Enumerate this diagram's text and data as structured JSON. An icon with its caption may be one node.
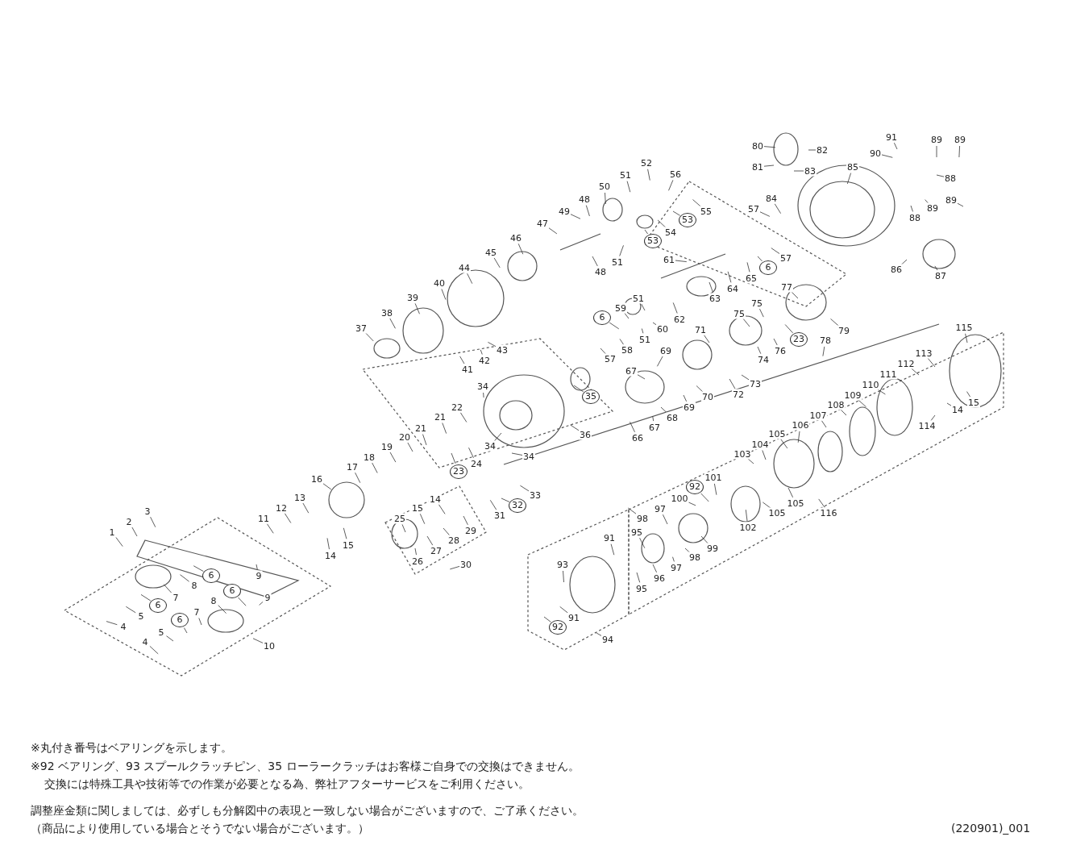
{
  "diagram": {
    "nodes": [
      {
        "text": [
          "80"
        ]
      },
      {
        "text": [
          "82"
        ]
      },
      {
        "text": [
          "81"
        ]
      },
      {
        "text": [
          "83"
        ]
      },
      {
        "text": [
          "91"
        ]
      },
      {
        "text": [
          "90"
        ]
      },
      {
        "text": [
          "89"
        ]
      },
      {
        "text": [
          "89"
        ]
      },
      {
        "text": [
          "85"
        ]
      },
      {
        "text": [
          "88"
        ]
      },
      {
        "text": [
          "89"
        ]
      },
      {
        "text": [
          "88"
        ]
      },
      {
        "text": [
          "89"
        ]
      },
      {
        "text": [
          "84"
        ]
      },
      {
        "text": [
          "57"
        ]
      },
      {
        "text": [
          "57"
        ]
      },
      {
        "text": [
          "86"
        ]
      },
      {
        "text": [
          "87"
        ]
      },
      {
        "text": [
          "56"
        ]
      },
      {
        "text": [
          "52"
        ]
      },
      {
        "text": [
          "51"
        ]
      },
      {
        "text": [
          "50"
        ]
      },
      {
        "text": [
          "55"
        ]
      },
      {
        "text": [
          "53"
        ]
      },
      {
        "text": [
          "54"
        ]
      },
      {
        "text": [
          "53"
        ]
      },
      {
        "text": [
          "48"
        ]
      },
      {
        "text": [
          "49"
        ]
      },
      {
        "text": [
          "47"
        ]
      },
      {
        "text": [
          "51"
        ]
      },
      {
        "text": [
          "48"
        ]
      },
      {
        "text": [
          "46"
        ]
      },
      {
        "text": [
          "45"
        ]
      },
      {
        "text": [
          "44"
        ]
      },
      {
        "text": [
          "40"
        ]
      },
      {
        "text": [
          "39"
        ]
      },
      {
        "text": [
          "38"
        ]
      },
      {
        "text": [
          "37"
        ]
      },
      {
        "text": [
          "43"
        ]
      },
      {
        "text": [
          "42"
        ]
      },
      {
        "text": [
          "41"
        ]
      },
      {
        "text": [
          "61"
        ]
      },
      {
        "text": [
          "64"
        ]
      },
      {
        "text": [
          "65"
        ]
      },
      {
        "text": [
          "6"
        ]
      },
      {
        "text": [
          "63"
        ]
      },
      {
        "text": [
          "62"
        ]
      },
      {
        "text": [
          "51"
        ]
      },
      {
        "text": [
          "59"
        ]
      },
      {
        "text": [
          "60"
        ]
      },
      {
        "text": [
          "6"
        ]
      },
      {
        "text": [
          "58"
        ]
      },
      {
        "text": [
          "51"
        ]
      },
      {
        "text": [
          "57"
        ]
      },
      {
        "text": [
          "77"
        ]
      },
      {
        "text": [
          "79"
        ]
      },
      {
        "text": [
          "78"
        ]
      },
      {
        "text": [
          "23"
        ]
      },
      {
        "text": [
          "76"
        ]
      },
      {
        "text": [
          "75"
        ]
      },
      {
        "text": [
          "75"
        ]
      },
      {
        "text": [
          "74"
        ]
      },
      {
        "text": [
          "71"
        ]
      },
      {
        "text": [
          "73"
        ]
      },
      {
        "text": [
          "72"
        ]
      },
      {
        "text": [
          "69"
        ]
      },
      {
        "text": [
          "67"
        ]
      },
      {
        "text": [
          "70"
        ]
      },
      {
        "text": [
          "69"
        ]
      },
      {
        "text": [
          "68"
        ]
      },
      {
        "text": [
          "67"
        ]
      },
      {
        "text": [
          "66"
        ]
      },
      {
        "text": [
          "35"
        ]
      },
      {
        "text": [
          "36"
        ]
      },
      {
        "text": [
          "34"
        ]
      },
      {
        "text": [
          "34"
        ]
      },
      {
        "text": [
          "34"
        ]
      },
      {
        "text": [
          "22"
        ]
      },
      {
        "text": [
          "21"
        ]
      },
      {
        "text": [
          "21"
        ]
      },
      {
        "text": [
          "20"
        ]
      },
      {
        "text": [
          "19"
        ]
      },
      {
        "text": [
          "18"
        ]
      },
      {
        "text": [
          "17"
        ]
      },
      {
        "text": [
          "23"
        ]
      },
      {
        "text": [
          "24"
        ]
      },
      {
        "text": [
          "33"
        ]
      },
      {
        "text": [
          "32"
        ]
      },
      {
        "text": [
          "31"
        ]
      },
      {
        "text": [
          "16"
        ]
      },
      {
        "text": [
          "13"
        ]
      },
      {
        "text": [
          "12"
        ]
      },
      {
        "text": [
          "11"
        ]
      },
      {
        "text": [
          "14"
        ]
      },
      {
        "text": [
          "15"
        ]
      },
      {
        "text": [
          "14"
        ]
      },
      {
        "text": [
          "15"
        ]
      },
      {
        "text": [
          "25"
        ]
      },
      {
        "text": [
          "29"
        ]
      },
      {
        "text": [
          "28"
        ]
      },
      {
        "text": [
          "27"
        ]
      },
      {
        "text": [
          "26"
        ]
      },
      {
        "text": [
          "30"
        ]
      },
      {
        "text": [
          "1"
        ]
      },
      {
        "text": [
          "2"
        ]
      },
      {
        "text": [
          "3"
        ]
      },
      {
        "text": [
          "6"
        ]
      },
      {
        "text": [
          "9"
        ]
      },
      {
        "text": [
          "8"
        ]
      },
      {
        "text": [
          "7"
        ]
      },
      {
        "text": [
          "6"
        ]
      },
      {
        "text": [
          "5"
        ]
      },
      {
        "text": [
          "4"
        ]
      },
      {
        "text": [
          "8"
        ]
      },
      {
        "text": [
          "6"
        ]
      },
      {
        "text": [
          "7"
        ]
      },
      {
        "text": [
          "9"
        ]
      },
      {
        "text": [
          "6"
        ]
      },
      {
        "text": [
          "5"
        ]
      },
      {
        "text": [
          "4"
        ]
      },
      {
        "text": [
          "10"
        ]
      },
      {
        "text": [
          "115"
        ]
      },
      {
        "text": [
          "113"
        ]
      },
      {
        "text": [
          "112"
        ]
      },
      {
        "text": [
          "111"
        ]
      },
      {
        "text": [
          "110"
        ]
      },
      {
        "text": [
          "109"
        ]
      },
      {
        "text": [
          "108"
        ]
      },
      {
        "text": [
          "107"
        ]
      },
      {
        "text": [
          "106"
        ]
      },
      {
        "text": [
          "105"
        ]
      },
      {
        "text": [
          "104"
        ]
      },
      {
        "text": [
          "103"
        ]
      },
      {
        "text": [
          "105"
        ]
      },
      {
        "text": [
          "105"
        ]
      },
      {
        "text": [
          "14"
        ]
      },
      {
        "text": [
          "15"
        ]
      },
      {
        "text": [
          "114"
        ]
      },
      {
        "text": [
          "116"
        ]
      },
      {
        "text": [
          "102"
        ]
      },
      {
        "text": [
          "101"
        ]
      },
      {
        "text": [
          "92"
        ]
      },
      {
        "text": [
          "100"
        ]
      },
      {
        "text": [
          "97"
        ]
      },
      {
        "text": [
          "98"
        ]
      },
      {
        "text": [
          "95"
        ]
      },
      {
        "text": [
          "99"
        ]
      },
      {
        "text": [
          "98"
        ]
      },
      {
        "text": [
          "97"
        ]
      },
      {
        "text": [
          "96"
        ]
      },
      {
        "text": [
          "95"
        ]
      },
      {
        "text": [
          "91"
        ]
      },
      {
        "text": [
          "93"
        ]
      },
      {
        "text": [
          "91"
        ]
      },
      {
        "text": [
          "92"
        ]
      },
      {
        "text": [
          "94"
        ]
      }
    ],
    "edges": [
      {
        "from": 0,
        "to": null,
        "arrow": "none"
      },
      {
        "from": 1,
        "to": null,
        "arrow": "none"
      },
      {
        "from": 2,
        "to": null,
        "arrow": "none"
      },
      {
        "from": 3,
        "to": null,
        "arrow": "none"
      },
      {
        "from": 4,
        "to": null,
        "arrow": "none"
      },
      {
        "from": 5,
        "to": null,
        "arrow": "none"
      },
      {
        "from": 6,
        "to": null,
        "arrow": "none"
      },
      {
        "from": 7,
        "to": null,
        "arrow": "none"
      },
      {
        "from": 8,
        "to": null,
        "arrow": "none"
      },
      {
        "from": 9,
        "to": null,
        "arrow": "none"
      },
      {
        "from": 10,
        "to": null,
        "arrow": "none"
      },
      {
        "from": 11,
        "to": null,
        "arrow": "none"
      },
      {
        "from": 12,
        "to": null,
        "arrow": "none"
      },
      {
        "from": 13,
        "to": null,
        "arrow": "none"
      },
      {
        "from": 14,
        "to": null,
        "arrow": "none"
      },
      {
        "from": 15,
        "to": null,
        "arrow": "none"
      },
      {
        "from": 16,
        "to": null,
        "arrow": "none"
      },
      {
        "from": 17,
        "to": null,
        "arrow": "none"
      },
      {
        "from": 18,
        "to": null,
        "arrow": "none"
      },
      {
        "from": 19,
        "to": null,
        "arrow": "none"
      },
      {
        "from": 20,
        "to": null,
        "arrow": "none"
      },
      {
        "from": 21,
        "to": null,
        "arrow": "none"
      },
      {
        "from": 22,
        "to": null,
        "arrow": "none"
      },
      {
        "from": 23,
        "to": null,
        "arrow": "none"
      },
      {
        "from": 24,
        "to": null,
        "arrow": "none"
      },
      {
        "from": 25,
        "to": null,
        "arrow": "none"
      },
      {
        "from": 26,
        "to": null,
        "arrow": "none"
      },
      {
        "from": 27,
        "to": null,
        "arrow": "none"
      },
      {
        "from": 28,
        "to": null,
        "arrow": "none"
      },
      {
        "from": 29,
        "to": null,
        "arrow": "none"
      },
      {
        "from": 30,
        "to": null,
        "arrow": "none"
      },
      {
        "from": 31,
        "to": null,
        "arrow": "none"
      },
      {
        "from": 32,
        "to": null,
        "arrow": "none"
      },
      {
        "from": 33,
        "to": null,
        "arrow": "none"
      },
      {
        "from": 34,
        "to": null,
        "arrow": "none"
      },
      {
        "from": 35,
        "to": null,
        "arrow": "none"
      },
      {
        "from": 36,
        "to": null,
        "arrow": "none"
      },
      {
        "from": 37,
        "to": null,
        "arrow": "none"
      },
      {
        "from": 38,
        "to": null,
        "arrow": "none"
      },
      {
        "from": 39,
        "to": null,
        "arrow": "none"
      },
      {
        "from": 40,
        "to": null,
        "arrow": "none"
      },
      {
        "from": 41,
        "to": null,
        "arrow": "none"
      },
      {
        "from": 42,
        "to": null,
        "arrow": "none"
      },
      {
        "from": 43,
        "to": null,
        "arrow": "none"
      },
      {
        "from": 44,
        "to": null,
        "arrow": "none"
      },
      {
        "from": 45,
        "to": null,
        "arrow": "none"
      },
      {
        "from": 46,
        "to": null,
        "arrow": "none"
      },
      {
        "from": 47,
        "to": null,
        "arrow": "none"
      },
      {
        "from": 48,
        "to": null,
        "arrow": "none"
      },
      {
        "from": 49,
        "to": null,
        "arrow": "none"
      },
      {
        "from": 50,
        "to": null,
        "arrow": "none"
      },
      {
        "from": 51,
        "to": null,
        "arrow": "none"
      },
      {
        "from": 52,
        "to": null,
        "arrow": "none"
      },
      {
        "from": 53,
        "to": null,
        "arrow": "none"
      },
      {
        "from": 54,
        "to": null,
        "arrow": "none"
      },
      {
        "from": 55,
        "to": null,
        "arrow": "none"
      },
      {
        "from": 56,
        "to": null,
        "arrow": "none"
      },
      {
        "from": 57,
        "to": null,
        "arrow": "none"
      },
      {
        "from": 58,
        "to": null,
        "arrow": "none"
      },
      {
        "from": 59,
        "to": null,
        "arrow": "none"
      },
      {
        "from": 60,
        "to": null,
        "arrow": "none"
      },
      {
        "from": 61,
        "to": null,
        "arrow": "none"
      },
      {
        "from": 62,
        "to": null,
        "arrow": "none"
      },
      {
        "from": 63,
        "to": null,
        "arrow": "none"
      },
      {
        "from": 64,
        "to": null,
        "arrow": "none"
      },
      {
        "from": 65,
        "to": null,
        "arrow": "none"
      },
      {
        "from": 66,
        "to": null,
        "arrow": "none"
      },
      {
        "from": 67,
        "to": null,
        "arrow": "none"
      },
      {
        "from": 68,
        "to": null,
        "arrow": "none"
      },
      {
        "from": 69,
        "to": null,
        "arrow": "none"
      },
      {
        "from": 70,
        "to": null,
        "arrow": "none"
      },
      {
        "from": 71,
        "to": null,
        "arrow": "none"
      },
      {
        "from": 72,
        "to": null,
        "arrow": "none"
      },
      {
        "from": 73,
        "to": null,
        "arrow": "none"
      },
      {
        "from": 74,
        "to": null,
        "arrow": "none"
      },
      {
        "from": 75,
        "to": null,
        "arrow": "none"
      },
      {
        "from": 76,
        "to": null,
        "arrow": "none"
      },
      {
        "from": 77,
        "to": null,
        "arrow": "none"
      },
      {
        "from": 78,
        "to": null,
        "arrow": "none"
      },
      {
        "from": 79,
        "to": null,
        "arrow": "none"
      },
      {
        "from": 80,
        "to": null,
        "arrow": "none"
      },
      {
        "from": 81,
        "to": null,
        "arrow": "none"
      },
      {
        "from": 82,
        "to": null,
        "arrow": "none"
      },
      {
        "from": 83,
        "to": null,
        "arrow": "none"
      },
      {
        "from": 84,
        "to": null,
        "arrow": "none"
      },
      {
        "from": 85,
        "to": null,
        "arrow": "none"
      },
      {
        "from": 86,
        "to": null,
        "arrow": "none"
      },
      {
        "from": 87,
        "to": null,
        "arrow": "none"
      },
      {
        "from": 88,
        "to": null,
        "arrow": "none"
      },
      {
        "from": 89,
        "to": null,
        "arrow": "none"
      },
      {
        "from": 90,
        "to": null,
        "arrow": "none"
      },
      {
        "from": 91,
        "to": null,
        "arrow": "none"
      },
      {
        "from": 92,
        "to": null,
        "arrow": "none"
      },
      {
        "from": 93,
        "to": null,
        "arrow": "none"
      },
      {
        "from": 94,
        "to": null,
        "arrow": "none"
      },
      {
        "from": 95,
        "to": null,
        "arrow": "none"
      },
      {
        "from": 96,
        "to": null,
        "arrow": "none"
      },
      {
        "from": 97,
        "to": null,
        "arrow": "none"
      },
      {
        "from": 98,
        "to": null,
        "arrow": "none"
      },
      {
        "from": 99,
        "to": null,
        "arrow": "none"
      },
      {
        "from": 100,
        "to": null,
        "arrow": "none"
      },
      {
        "from": 101,
        "to": null,
        "arrow": "none"
      },
      {
        "from": 102,
        "to": null,
        "arrow": "none"
      },
      {
        "from": 103,
        "to": null,
        "arrow": "none"
      },
      {
        "from": 104,
        "to": null,
        "arrow": "none"
      },
      {
        "from": 105,
        "to": null,
        "arrow": "none"
      },
      {
        "from": 106,
        "to": null,
        "arrow": "none"
      },
      {
        "from": 107,
        "to": null,
        "arrow": "none"
      },
      {
        "from": 108,
        "to": null,
        "arrow": "none"
      },
      {
        "from": 109,
        "to": null,
        "arrow": "none"
      },
      {
        "from": 110,
        "to": null,
        "arrow": "none"
      },
      {
        "from": 111,
        "to": null,
        "arrow": "none"
      },
      {
        "from": 112,
        "to": null,
        "arrow": "none"
      },
      {
        "from": 113,
        "to": null,
        "arrow": "none"
      },
      {
        "from": 114,
        "to": null,
        "arrow": "none"
      },
      {
        "from": 115,
        "to": null,
        "arrow": "none"
      },
      {
        "from": 116,
        "to": null,
        "arrow": "none"
      },
      {
        "from": 117,
        "to": null,
        "arrow": "none"
      },
      {
        "from": 118,
        "to": null,
        "arrow": "none"
      },
      {
        "from": 119,
        "to": null,
        "arrow": "none"
      },
      {
        "from": 120,
        "to": null,
        "arrow": "none"
      },
      {
        "from": 121,
        "to": null,
        "arrow": "none"
      },
      {
        "from": 122,
        "to": null,
        "arrow": "none"
      },
      {
        "from": 123,
        "to": null,
        "arrow": "none"
      },
      {
        "from": 124,
        "to": null,
        "arrow": "none"
      },
      {
        "from": 125,
        "to": null,
        "arrow": "none"
      },
      {
        "from": 126,
        "to": null,
        "arrow": "none"
      },
      {
        "from": 127,
        "to": null,
        "arrow": "none"
      },
      {
        "from": 128,
        "to": null,
        "arrow": "none"
      },
      {
        "from": 129,
        "to": null,
        "arrow": "none"
      },
      {
        "from": 130,
        "to": null,
        "arrow": "none"
      },
      {
        "from": 131,
        "to": null,
        "arrow": "none"
      },
      {
        "from": 132,
        "to": null,
        "arrow": "none"
      },
      {
        "from": 133,
        "to": null,
        "arrow": "none"
      },
      {
        "from": 134,
        "to": null,
        "arrow": "none"
      },
      {
        "from": 135,
        "to": null,
        "arrow": "none"
      },
      {
        "from": 136,
        "to": null,
        "arrow": "none"
      },
      {
        "from": 137,
        "to": null,
        "arrow": "none"
      },
      {
        "from": 138,
        "to": null,
        "arrow": "none"
      },
      {
        "from": 139,
        "to": null,
        "arrow": "none"
      },
      {
        "from": 140,
        "to": null,
        "arrow": "none"
      },
      {
        "from": 141,
        "to": null,
        "arrow": "none"
      },
      {
        "from": 142,
        "to": null,
        "arrow": "none"
      },
      {
        "from": 143,
        "to": null,
        "arrow": "none"
      },
      {
        "from": 144,
        "to": null,
        "arrow": "none"
      },
      {
        "from": 145,
        "to": null,
        "arrow": "none"
      },
      {
        "from": 146,
        "to": null,
        "arrow": "none"
      },
      {
        "from": 147,
        "to": null,
        "arrow": "none"
      },
      {
        "from": 148,
        "to": null,
        "arrow": "none"
      },
      {
        "from": 149,
        "to": null,
        "arrow": "none"
      },
      {
        "from": 150,
        "to": null,
        "arrow": "none"
      },
      {
        "from": 151,
        "to": null,
        "arrow": "none"
      },
      {
        "from": 152,
        "to": null,
        "arrow": "none"
      },
      {
        "from": 153,
        "to": null,
        "arrow": "none"
      },
      {
        "from": 154,
        "to": null,
        "arrow": "none"
      },
      {
        "from": 155,
        "to": null,
        "arrow": "none"
      }
    ],
    "labels": [
      "※丸付き番号はベアリングを示します。",
      "※92 ベアリング、93 スプールクラッチピン、35 ローラークラッチはお客様ご自身での交換はできません。",
      "交換には特殊工具や技術等での作業が必要となる為、弊社アフターサービスをご利用ください。",
      "調整座金類に関しましては、必ずしも分解図中の表現と一致しない場合がございますので、ご了承ください。",
      "（商品により使用している場合とそうでない場合がございます。）",
      "(220901)_001"
    ]
  }
}
